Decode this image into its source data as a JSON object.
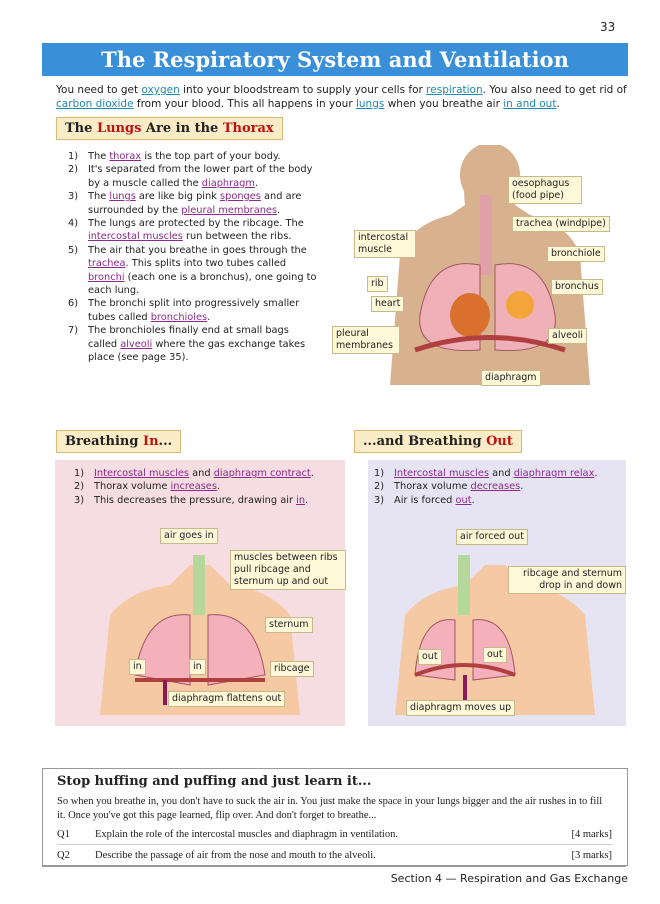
{
  "page_number": "33",
  "title": "The Respiratory System and Ventilation",
  "intro": {
    "p1": "You need to get ",
    "k1": "oxygen",
    "p2": " into your bloodstream to supply your cells for ",
    "k2": "respiration",
    "p3": ". You also need to get rid of ",
    "k3": "carbon dioxide",
    "p4": " from your blood. This all happens in your ",
    "k4": "lungs",
    "p5": " when you breathe air ",
    "k5": "in and out",
    "p6": "."
  },
  "lungs_header": {
    "a": "The ",
    "b": "Lungs",
    "c": " Are in the ",
    "d": "Thorax"
  },
  "lungs_list": [
    {
      "n": "1)",
      "parts": [
        "The ",
        "thorax",
        " is the top part of your body."
      ]
    },
    {
      "n": "2)",
      "parts": [
        "It's separated from the lower part of the body by a muscle called the ",
        "diaphragm",
        "."
      ]
    },
    {
      "n": "3)",
      "parts": [
        "The ",
        "lungs",
        " are like big pink ",
        "sponges",
        " and are surrounded by the ",
        "pleural membranes",
        "."
      ]
    },
    {
      "n": "4)",
      "parts": [
        "The lungs are protected by the ribcage. The ",
        "intercostal muscles",
        " run between the ribs."
      ]
    },
    {
      "n": "5)",
      "parts": [
        "The air that you breathe in goes through the ",
        "trachea",
        ". This splits into two tubes called ",
        "bronchi",
        " (each one is a bronchus), one going to each lung."
      ]
    },
    {
      "n": "6)",
      "parts": [
        "The bronchi split into progressively smaller tubes called ",
        "bronchioles",
        "."
      ]
    },
    {
      "n": "7)",
      "parts": [
        "The bronchioles finally end at small bags called ",
        "alveoli",
        " where the gas exchange takes place (see page 35)."
      ]
    }
  ],
  "diagram_labels": {
    "oesophagus": "oesophagus (food pipe)",
    "trachea": "trachea (windpipe)",
    "intercostal": "intercostal muscle",
    "bronchiole": "bronchiole",
    "rib": "rib",
    "bronchus": "bronchus",
    "heart": "heart",
    "pleural": "pleural membranes",
    "alveoli": "alveoli",
    "diaphragm": "diaphragm"
  },
  "in_header": {
    "a": "Breathing ",
    "b": "In",
    "c": "..."
  },
  "out_header": {
    "a": "...and Breathing ",
    "b": "Out"
  },
  "in_list": [
    {
      "n": "1)",
      "parts": [
        "",
        "Intercostal muscles",
        " and ",
        "diaphragm contract",
        "."
      ]
    },
    {
      "n": "2)",
      "parts": [
        "Thorax volume ",
        "increases",
        "."
      ]
    },
    {
      "n": "3)",
      "parts": [
        "This decreases the pressure, drawing air ",
        "in",
        "."
      ]
    }
  ],
  "out_list": [
    {
      "n": "1)",
      "parts": [
        "",
        "Intercostal muscles",
        " and ",
        "diaphragm relax",
        "."
      ]
    },
    {
      "n": "2)",
      "parts": [
        "Thorax volume ",
        "decreases",
        "."
      ]
    },
    {
      "n": "3)",
      "parts": [
        "Air is forced ",
        "out",
        "."
      ]
    }
  ],
  "in_labels": {
    "air_goes_in": "air goes in",
    "muscles": "muscles between ribs pull ribcage and sternum up and out",
    "sternum": "sternum",
    "in1": "in",
    "in2": "in",
    "ribcage": "ribcage",
    "diaphragm": "diaphragm flattens out"
  },
  "out_labels": {
    "air_forced_out": "air forced out",
    "ribcage": "ribcage and sternum drop in and down",
    "out1": "out",
    "out2": "out",
    "diaphragm": "diaphragm moves up"
  },
  "summary": {
    "heading": "Stop huffing and puffing and just learn it...",
    "body": "So when you breathe in, you don't have to suck the air in. You just make the space in your lungs bigger and the air rushes in to fill it. Once you've got this page learned, flip over. And don't forget to breathe...",
    "questions": [
      {
        "q": "Q1",
        "text": "Explain the role of the intercostal muscles and diaphragm in ventilation.",
        "marks": "[4 marks]"
      },
      {
        "q": "Q2",
        "text": "Describe the passage of air from the nose and mouth to the alveoli.",
        "marks": "[3 marks]"
      }
    ]
  },
  "footer": "Section 4 — Respiration and Gas Exchange"
}
